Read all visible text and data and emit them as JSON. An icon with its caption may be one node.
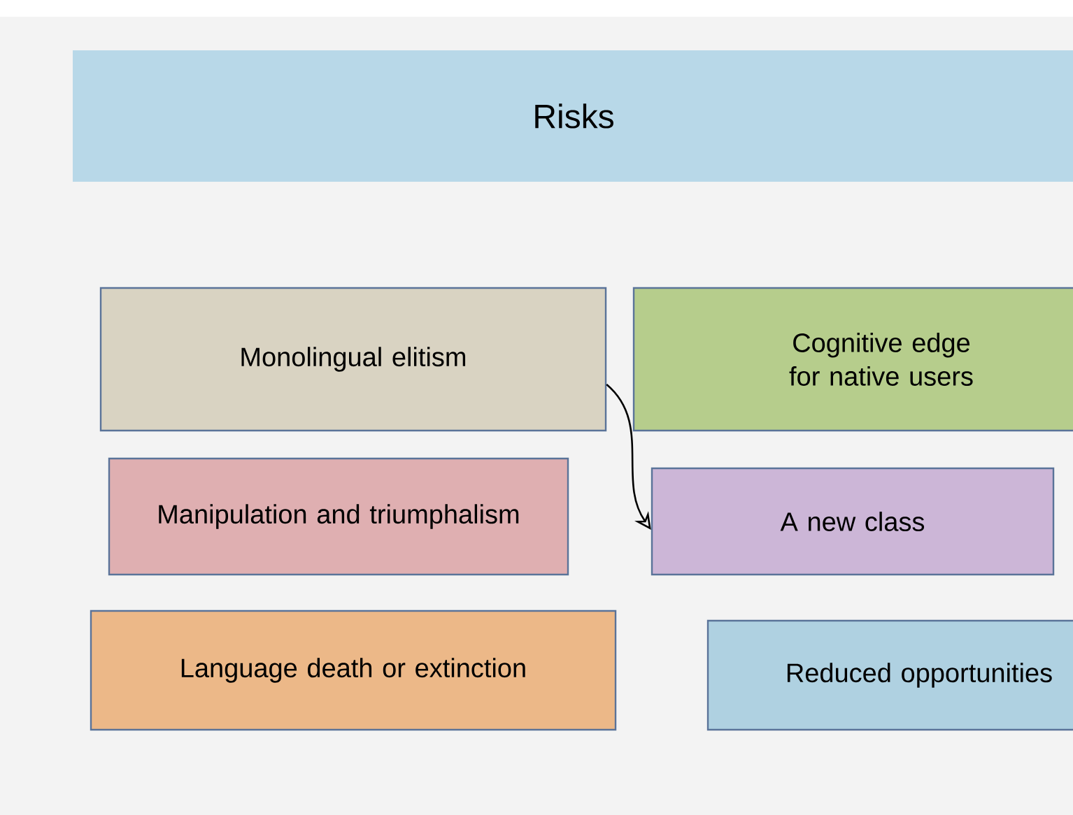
{
  "diagram": {
    "nodes": [
      {
        "text": [
          "Risks"
        ]
      },
      {
        "text": [
          "Monolingual elitism"
        ]
      },
      {
        "text": [
          "Cognitive edge for native users"
        ]
      },
      {
        "text": [
          "Manipulation and triumphalism"
        ]
      },
      {
        "text": [
          "A new class"
        ]
      },
      {
        "text": [
          "Language death or extinction"
        ]
      },
      {
        "text": [
          "Reduced opportunities"
        ]
      }
    ],
    "edges": [
      {
        "from": 1,
        "to": 4,
        "arrow": "to"
      }
    ]
  }
}
